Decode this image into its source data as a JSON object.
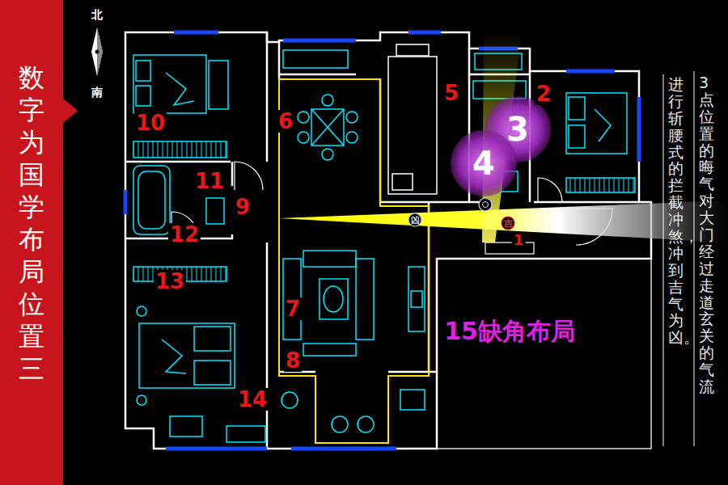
{
  "diagram": {
    "title": "数字为国学布局位置三",
    "nodes": [
      {
        "text": [
          "3"
        ]
      },
      {
        "text": [
          "4"
        ]
      },
      {
        "text": [
          "凶"
        ]
      },
      {
        "text": [
          "吉"
        ]
      }
    ],
    "labels": [
      "北",
      "南",
      "10",
      "11",
      "9",
      "12",
      "13",
      "6",
      "5",
      "2",
      "1",
      "7",
      "8",
      "14",
      "15缺角布局",
      "3点位置的晦气对大门经过走道玄关的气流",
      "进行斩腰式的拦截冲煞，冲到吉气为凶。"
    ]
  }
}
